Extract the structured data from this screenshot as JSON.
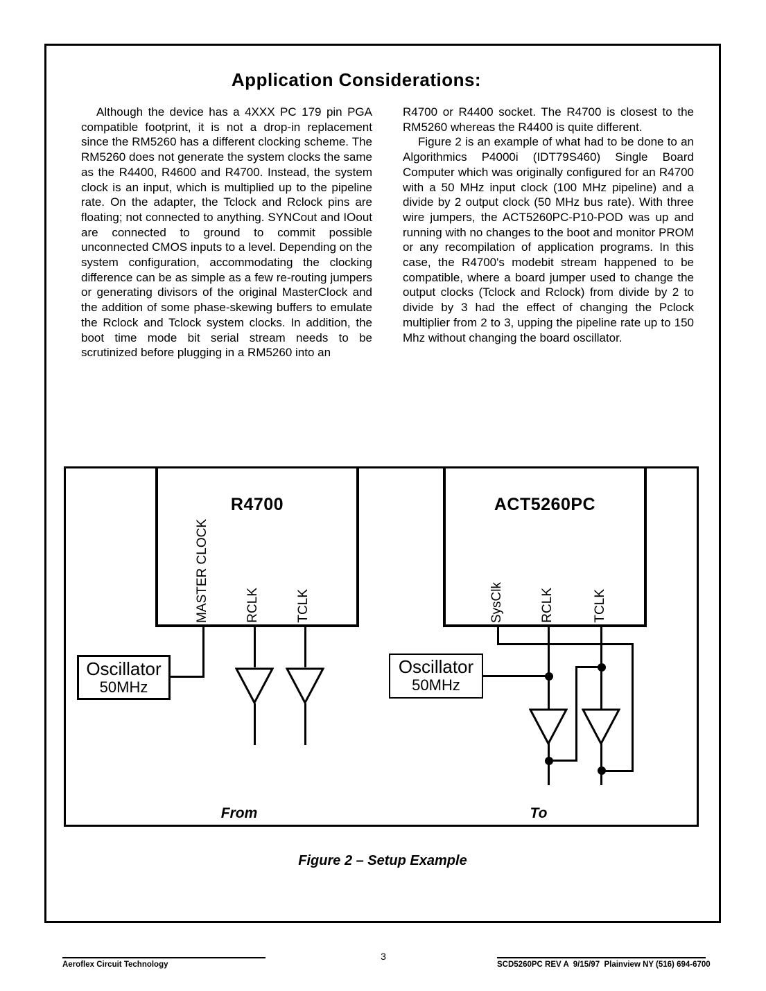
{
  "title": "Application Considerations:",
  "body": {
    "left_p1": "Although the device has a 4XXX PC 179 pin PGA compatible footprint, it is not a drop-in replacement since the RM5260 has a different clocking scheme. The RM5260 does not generate the system clocks the same as the R4400, R4600 and R4700.  Instead, the system clock is an input, which is multiplied up to the pipeline rate. On the adapter, the Tclock and Rclock pins are floating; not connected to anything. SYNCout and IOout are connected to ground to commit possible unconnected CMOS inputs to a level. Depending on the system configuration, accommodating the clocking difference can be as simple as a few re-routing jumpers or generating divisors of the original MasterClock and the addition of some phase-skewing buffers to emulate the Rclock and Tclock system clocks. In addition, the boot time mode bit serial stream needs to be scrutinized before plugging in a RM5260 into an",
    "right_p1": "R4700 or R4400 socket.  The R4700 is closest to the RM5260 whereas the R4400 is quite different.",
    "right_p2": "Figure 2 is an example of what had to be done to an Algorithmics P4000i (IDT79S460) Single Board Computer which was originally configured for an R4700 with a 50 MHz input clock (100 MHz pipeline) and a divide by 2 output clock (50 MHz bus rate).  With three wire jumpers, the ACT5260PC-P10-POD was up and running with no changes to the boot and monitor PROM or any recompilation of application programs. In this case, the R4700's modebit stream happened to be compatible, where a board jumper used to change the output clocks (Tclock and Rclock) from divide by 2 to divide by 3 had the effect of changing the Pclock multiplier from 2 to 3, upping the pipeline rate up to 150 Mhz without changing the board oscillator."
  },
  "figure": {
    "chip_left": {
      "title": "R4700",
      "pins": [
        "MASTER CLOCK",
        "RCLK",
        "TCLK"
      ]
    },
    "chip_right": {
      "title": "ACT5260PC",
      "pins": [
        "SysClk",
        "RCLK",
        "TCLK"
      ]
    },
    "oscillator_left": {
      "name": "Oscillator",
      "freq": "50MHz"
    },
    "oscillator_right": {
      "name": "Oscillator",
      "freq": "50MHz"
    },
    "label_from": "From",
    "label_to": "To",
    "caption": "Figure 2 – Setup Example"
  },
  "footer": {
    "company": "Aeroflex Circuit Technology",
    "page_number": "3",
    "doc_ref": "SCD5260PC REV A  9/15/97  Plainview NY (516) 694-6700"
  }
}
